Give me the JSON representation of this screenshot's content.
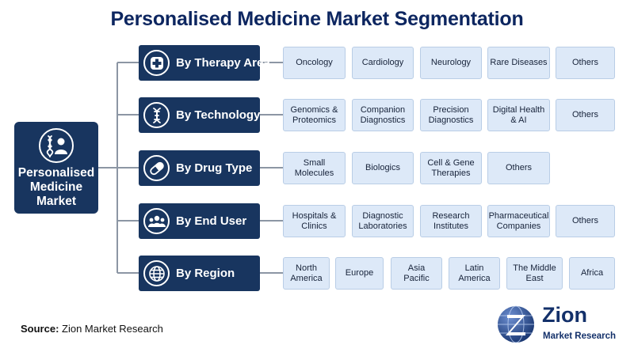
{
  "title": "Personalised Medicine Market Segmentation",
  "root": {
    "label": "Personalised\nMedicine\nMarket",
    "icon": "dna-person-icon"
  },
  "segments": [
    {
      "label": "By Therapy Area",
      "icon": "medical-cross-icon",
      "items": [
        "Oncology",
        "Cardiology",
        "Neurology",
        "Rare Diseases",
        "Others"
      ]
    },
    {
      "label": "By Technology",
      "icon": "dna-icon",
      "items": [
        "Genomics &\nProteomics",
        "Companion\nDiagnostics",
        "Precision\nDiagnostics",
        "Digital Health\n& AI",
        "Others"
      ]
    },
    {
      "label": "By Drug Type",
      "icon": "capsule-icon",
      "items": [
        "Small\nMolecules",
        "Biologics",
        "Cell & Gene\nTherapies",
        "Others"
      ]
    },
    {
      "label": "By End User",
      "icon": "users-icon",
      "items": [
        "Hospitals &\nClinics",
        "Diagnostic\nLaboratories",
        "Research\nInstitutes",
        "Pharmaceutical\nCompanies",
        "Others"
      ]
    },
    {
      "label": "By Region",
      "icon": "globe-icon",
      "items": [
        "North\nAmerica",
        "Europe",
        "Asia\nPacific",
        "Latin\nAmerica",
        "The Middle\nEast",
        "Africa"
      ]
    }
  ],
  "source": {
    "label": "Source:",
    "text": "Zion Market Research"
  },
  "logo": {
    "name": "Zion",
    "subtitle": "Market Research"
  },
  "colors": {
    "navy": "#18355f",
    "leaf_fill": "#dde9f8",
    "leaf_border": "#b9cde6",
    "title": "#0d2660",
    "connector": "#8c96a4"
  }
}
